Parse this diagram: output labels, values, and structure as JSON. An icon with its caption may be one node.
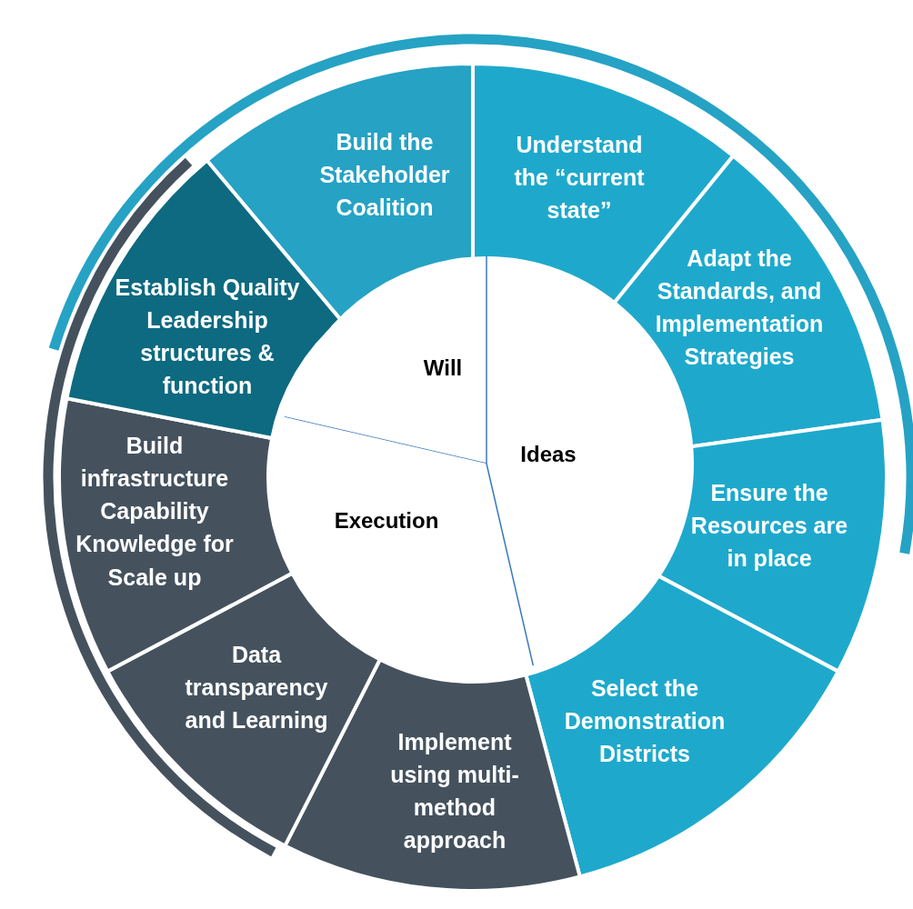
{
  "diagram": {
    "nodes": [
      {
        "text": [
          "Build the Stakeholder Coalition"
        ]
      },
      {
        "text": [
          "Understand the “current state”"
        ]
      },
      {
        "text": [
          "Adapt the Standards, and Implementation Strategies"
        ]
      },
      {
        "text": [
          "Ensure the Resources are in place"
        ]
      },
      {
        "text": [
          "Select the Demonstration Districts"
        ]
      },
      {
        "text": [
          "Implement using multi-method approach"
        ]
      },
      {
        "text": [
          "Data transparency and Learning"
        ]
      },
      {
        "text": [
          "Build infrastructure Capability Knowledge for Scale up"
        ]
      },
      {
        "text": [
          "Establish Quality Leadership structures & function"
        ]
      },
      {
        "text": [
          "Will"
        ]
      },
      {
        "text": [
          "Ideas"
        ]
      },
      {
        "text": [
          "Execution"
        ]
      }
    ]
  }
}
